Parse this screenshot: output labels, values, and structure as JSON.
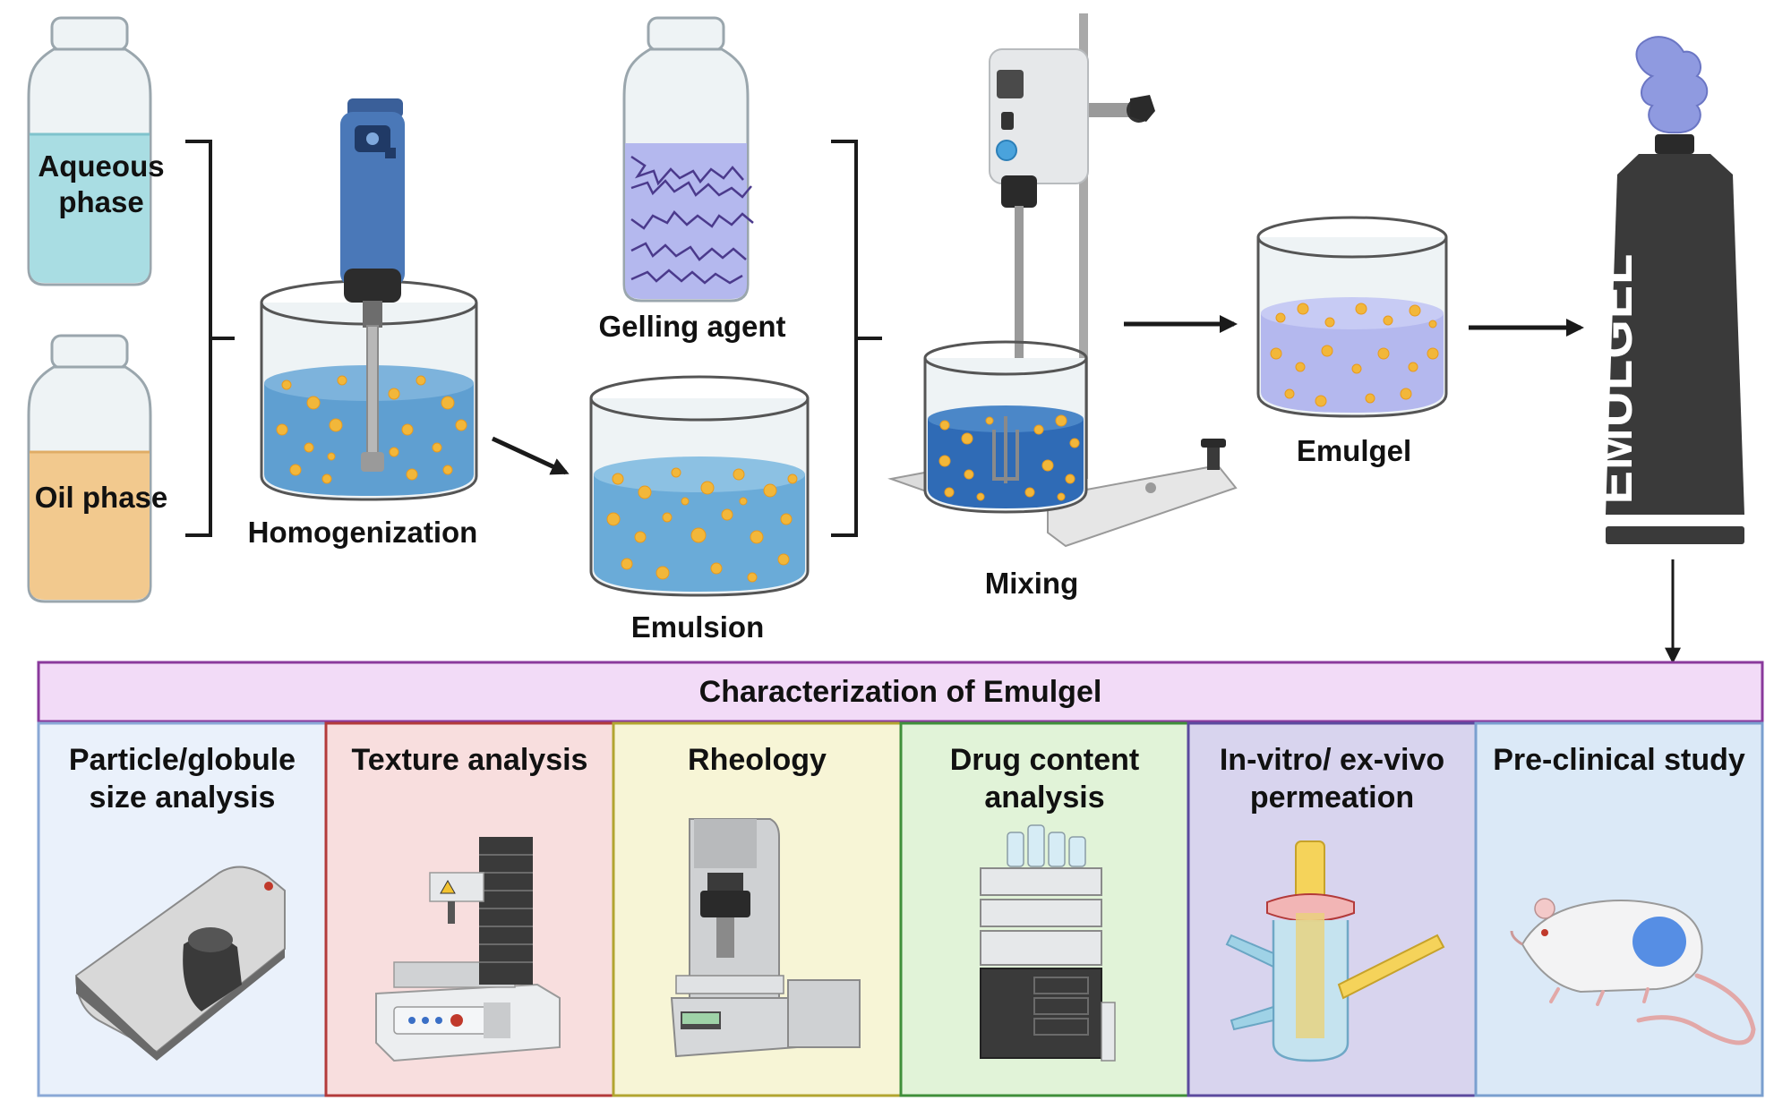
{
  "labels": {
    "aqueous_phase": "Aqueous phase",
    "oil_phase": "Oil phase",
    "homogenization": "Homogenization",
    "gelling_agent": "Gelling agent",
    "emulsion": "Emulsion",
    "mixing": "Mixing",
    "emulgel": "Emulgel",
    "tube": "EMULGEL"
  },
  "characterization": {
    "title": "Characterization of Emulgel",
    "panels": [
      {
        "title": "Particle/globule size analysis",
        "bg": "#eaf1fb",
        "border": "#8aa8d6"
      },
      {
        "title": "Texture analysis",
        "bg": "#f8dede",
        "border": "#b33a3a"
      },
      {
        "title": "Rheology",
        "bg": "#f7f5d6",
        "border": "#b2a530"
      },
      {
        "title": "Drug content analysis",
        "bg": "#e1f3d8",
        "border": "#3f8f3a"
      },
      {
        "title": "In-vitro/ ex-vivo permeation",
        "bg": "#d8d4ee",
        "border": "#5b4a9e"
      },
      {
        "title": "Pre-clinical study",
        "bg": "#dbe9f7",
        "border": "#7a9fcf"
      }
    ]
  },
  "colors": {
    "header_bg": "#f2dbf7",
    "header_border": "#8a3a9c",
    "water": "#a9dde3",
    "oil": "#f2c98e",
    "emulsion_blue": "#5f9fd1",
    "droplet": "#f2b73a",
    "gel": "#b4b8ee",
    "tube": "#3a3a3a"
  }
}
